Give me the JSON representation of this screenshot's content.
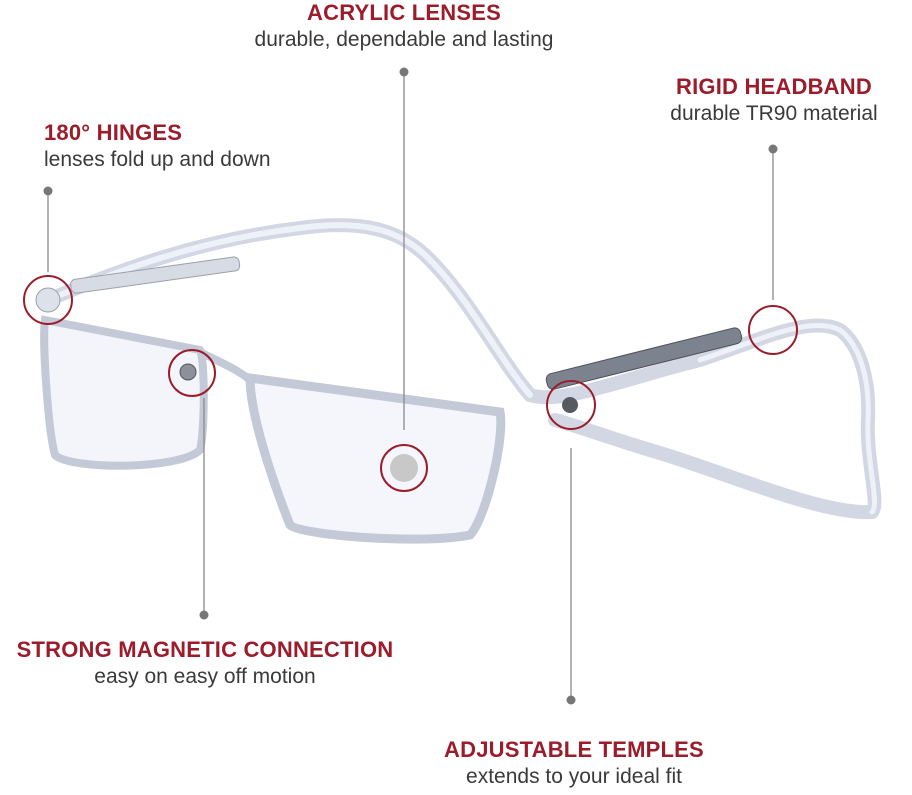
{
  "colors": {
    "accent": "#9b1c2a",
    "text": "#3a3a3a",
    "callout_line": "#8a8a8a",
    "frame": "#c9cfdc"
  },
  "callouts": {
    "acrylic_lenses": {
      "title": "ACRYLIC LENSES",
      "desc": "durable, dependable and lasting"
    },
    "rigid_headband": {
      "title": "RIGID HEADBAND",
      "desc": "durable TR90 material"
    },
    "hinges": {
      "title": "180° HINGES",
      "desc": "lenses fold up and down"
    },
    "magnetic": {
      "title": "STRONG MAGNETIC CONNECTION",
      "desc": "easy on easy off motion"
    },
    "temples": {
      "title": "ADJUSTABLE TEMPLES",
      "desc": "extends to your ideal fit"
    }
  },
  "image": {
    "subject": "clear magnetic reading glasses with headband",
    "icons": [
      "callout-dot-icon",
      "highlight-circle-icon"
    ]
  }
}
